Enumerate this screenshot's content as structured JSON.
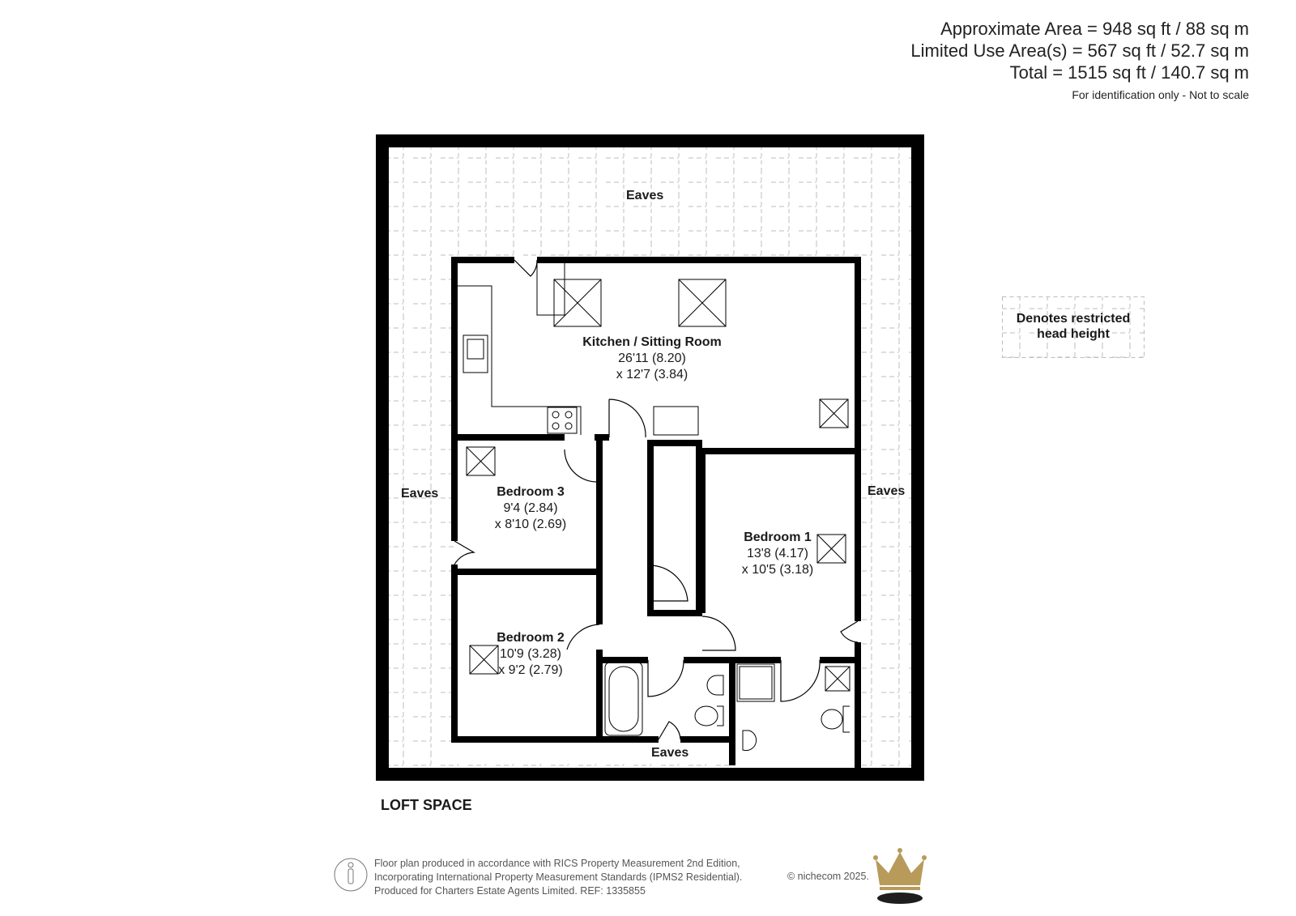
{
  "header": {
    "approx_area": "Approximate Area = 948 sq ft / 88 sq m",
    "limited_use": "Limited Use Area(s) = 567 sq ft / 52.7 sq m",
    "total": "Total = 1515 sq ft / 140.7 sq m",
    "note": "For identification only - Not to scale"
  },
  "rooms": {
    "kitchen": {
      "name": "Kitchen / Sitting Room",
      "dim1": "26'11 (8.20)",
      "dim2": "x 12'7 (3.84)"
    },
    "bedroom3": {
      "name": "Bedroom 3",
      "dim1": "9'4 (2.84)",
      "dim2": "x 8'10 (2.69)"
    },
    "bedroom1": {
      "name": "Bedroom 1",
      "dim1": "13'8 (4.17)",
      "dim2": "x 10'5 (3.18)"
    },
    "bedroom2": {
      "name": "Bedroom 2",
      "dim1": "10'9 (3.28)",
      "dim2": "x 9'2 (2.79)"
    }
  },
  "eaves": {
    "top": "Eaves",
    "left": "Eaves",
    "right": "Eaves",
    "bottom": "Eaves"
  },
  "legend": {
    "line1": "Denotes restricted",
    "line2": "head height"
  },
  "floor_label": "LOFT SPACE",
  "footer": {
    "line1": "Floor plan produced in accordance with RICS Property Measurement 2nd Edition,",
    "line2": "Incorporating International Property Measurement Standards (IPMS2 Residential).",
    "line3": "Produced for Charters Estate Agents Limited.   REF: 1335855",
    "copyright": "© nichecom 2025."
  },
  "colors": {
    "wall": "#000000",
    "hatch": "#bdbdbd",
    "logo_gold": "#b89a5a",
    "logo_dark": "#1e1e1e"
  }
}
